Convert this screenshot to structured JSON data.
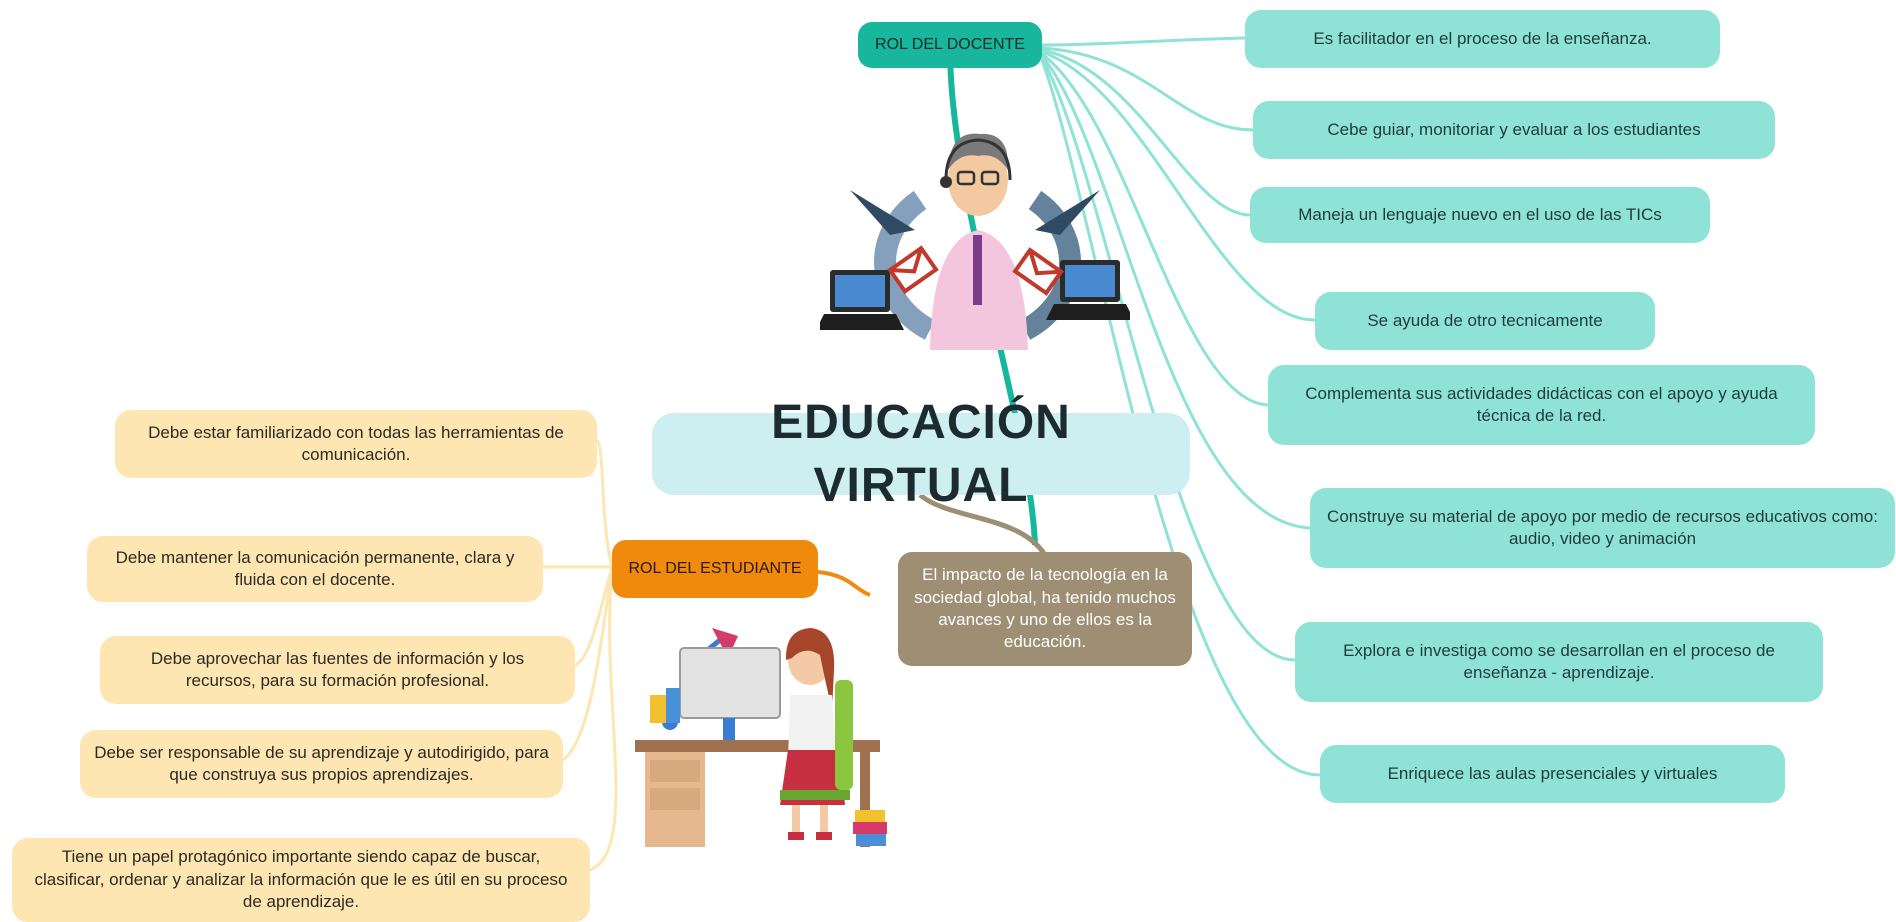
{
  "center": {
    "title": "EDUCACIÓN VIRTUAL"
  },
  "impact": {
    "text": "El impacto de la tecnología en la sociedad global, ha tenido muchos avances y uno de ellos es la educación."
  },
  "docente": {
    "label": "ROL DEL DOCENTE",
    "items": [
      "Es facilitador en el proceso de la enseñanza.",
      "Cebe guiar, monitoriar y evaluar a los estudiantes",
      "Maneja un lenguaje nuevo en el uso de las TICs",
      "Se ayuda de otro tecnicamente",
      "Complementa sus actividades didácticas con el apoyo y ayuda técnica de la red.",
      "Construye su material de apoyo por medio de recursos educativos como: audio, video y animación",
      "Explora e investiga como se desarrollan en el proceso de enseñanza - aprendizaje.",
      "Enriquece las aulas presenciales y virtuales"
    ]
  },
  "estudiante": {
    "label": "ROL DEL ESTUDIANTE",
    "items": [
      "Debe estar familiarizado con todas las herramientas de comunicación.",
      "Debe mantener la comunicación permanente, clara y fluida con el docente.",
      "Debe aprovechar las fuentes de información y los recursos, para su formación profesional.",
      "Debe ser responsable de su aprendizaje y autodirigido, para que construya sus propios aprendizajes.",
      "Tiene un papel protagónico importante siendo capaz de buscar, clasificar, ordenar y analizar la información que le es útil en su proceso de aprendizaje."
    ]
  },
  "colors": {
    "teal_item": "#8fe3d6",
    "teal_role": "#18b79d",
    "peach_item": "#fde6b2",
    "orange_role": "#f08a0c",
    "center_bg": "#cdeff2",
    "impact_bg": "#9e8f74"
  },
  "icons": [
    "teacher-online-illustration",
    "student-desk-illustration"
  ]
}
